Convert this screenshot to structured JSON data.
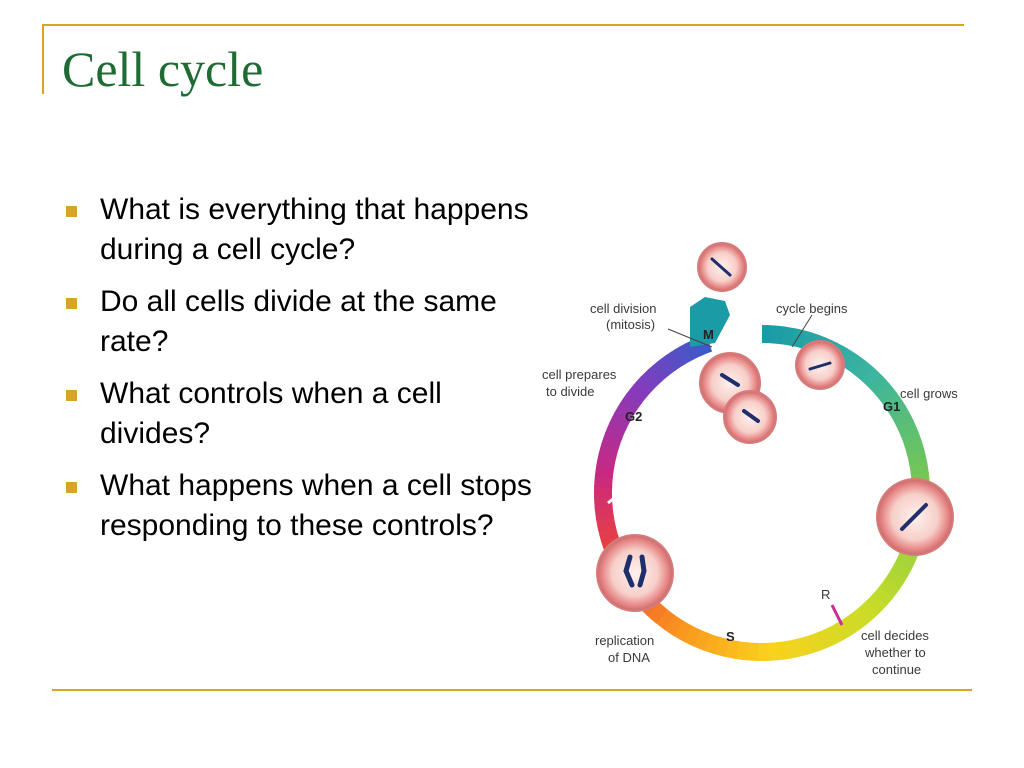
{
  "title": "Cell cycle",
  "bullets": [
    "What is everything that happens during a cell cycle?",
    "Do all cells divide at the same rate?",
    "What controls when a cell divides?",
    "What happens when a cell stops responding to these controls?"
  ],
  "diagram": {
    "labels": {
      "cell_division": [
        "cell division",
        "(mitosis)"
      ],
      "cycle_begins": "cycle begins",
      "cell_prepares": [
        "cell prepares",
        "to divide"
      ],
      "cell_grows": "cell grows",
      "replication": [
        "replication",
        "of DNA"
      ],
      "cell_decides": [
        "cell decides",
        "whether to",
        "continue"
      ]
    },
    "phases": {
      "m": "M",
      "g1": "G1",
      "s": "S",
      "g2": "G2",
      "r": "R"
    }
  },
  "colors": {
    "title": "#1f6b33",
    "accent": "#d9a32a",
    "cell_membrane": "#e88a8a",
    "cell_inner": "#f9d6d2",
    "restriction_point": "#cc2f8f"
  }
}
